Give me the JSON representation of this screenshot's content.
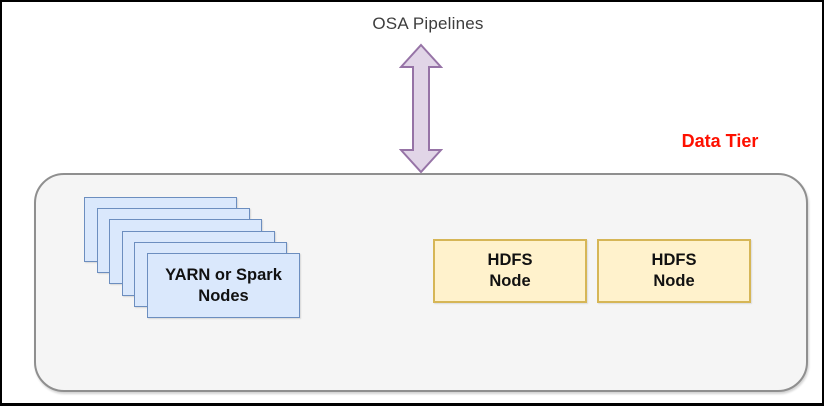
{
  "header": {
    "pipeline_label": "OSA Pipelines",
    "tier_label": "Data Tier"
  },
  "icons": {
    "arrow": "vertical-double-arrow"
  },
  "colors": {
    "tier_label_text": "#fe1000",
    "arrow_fill": "#e1d5e7",
    "arrow_stroke": "#9673a6",
    "container_fill": "#f5f5f5",
    "container_border": "#8f8f8f",
    "yarn_card_fill": "#dae8fc",
    "yarn_card_border": "#6c8ebf",
    "hdfs_fill": "#fff2cc",
    "hdfs_border": "#d6b656"
  },
  "data_tier": {
    "yarn_stack": {
      "stack_count": 6,
      "label_lines": [
        "YARN or Spark",
        "Nodes"
      ]
    },
    "hdfs_nodes": [
      {
        "label_lines": [
          "HDFS",
          "Node"
        ]
      },
      {
        "label_lines": [
          "HDFS",
          "Node"
        ]
      }
    ]
  }
}
